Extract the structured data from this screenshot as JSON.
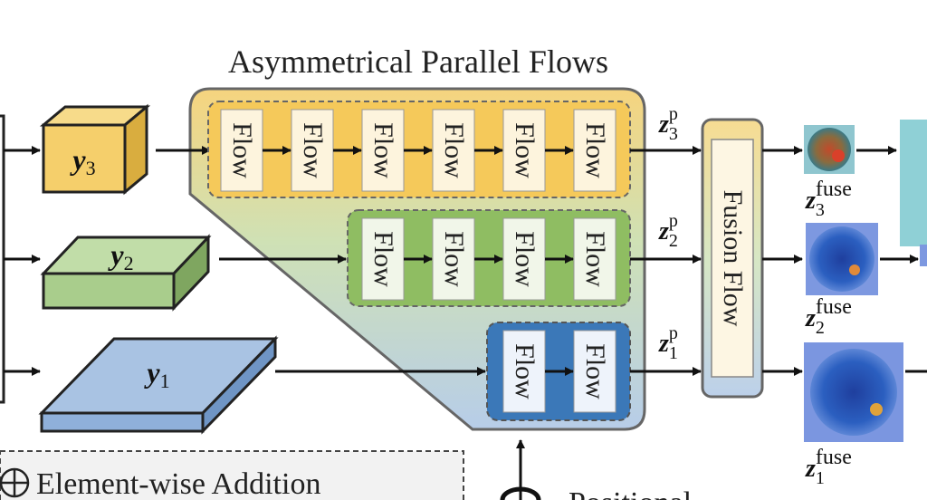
{
  "title": "Asymmetrical Parallel Flows",
  "inputs": [
    {
      "var": "y",
      "sub": "3",
      "color": "#f5cf6b"
    },
    {
      "var": "y",
      "sub": "2",
      "color": "#a9cd8c"
    },
    {
      "var": "y",
      "sub": "1",
      "color": "#a9c3e3"
    }
  ],
  "flow_label": "Flow",
  "flow_counts": [
    6,
    4,
    2
  ],
  "fusion_label": "Fusion Flow",
  "z_p": [
    {
      "var": "z",
      "sub": "3",
      "sup": "p"
    },
    {
      "var": "z",
      "sub": "2",
      "sup": "p"
    },
    {
      "var": "z",
      "sub": "1",
      "sup": "p"
    }
  ],
  "z_fuse": [
    {
      "var": "z",
      "sub": "3",
      "sup": "fuse"
    },
    {
      "var": "z",
      "sub": "2",
      "sup": "fuse"
    },
    {
      "var": "z",
      "sub": "1",
      "sup": "fuse"
    }
  ],
  "legend": {
    "symbol": "⊕",
    "label": "Element-wise Addition"
  },
  "bottom_label": "Positional",
  "colors": {
    "yellow": "#f5c95a",
    "green": "#8fbd62",
    "blue": "#3b78b8",
    "flow_box": "#fdf4dd",
    "outline": "#555555"
  }
}
